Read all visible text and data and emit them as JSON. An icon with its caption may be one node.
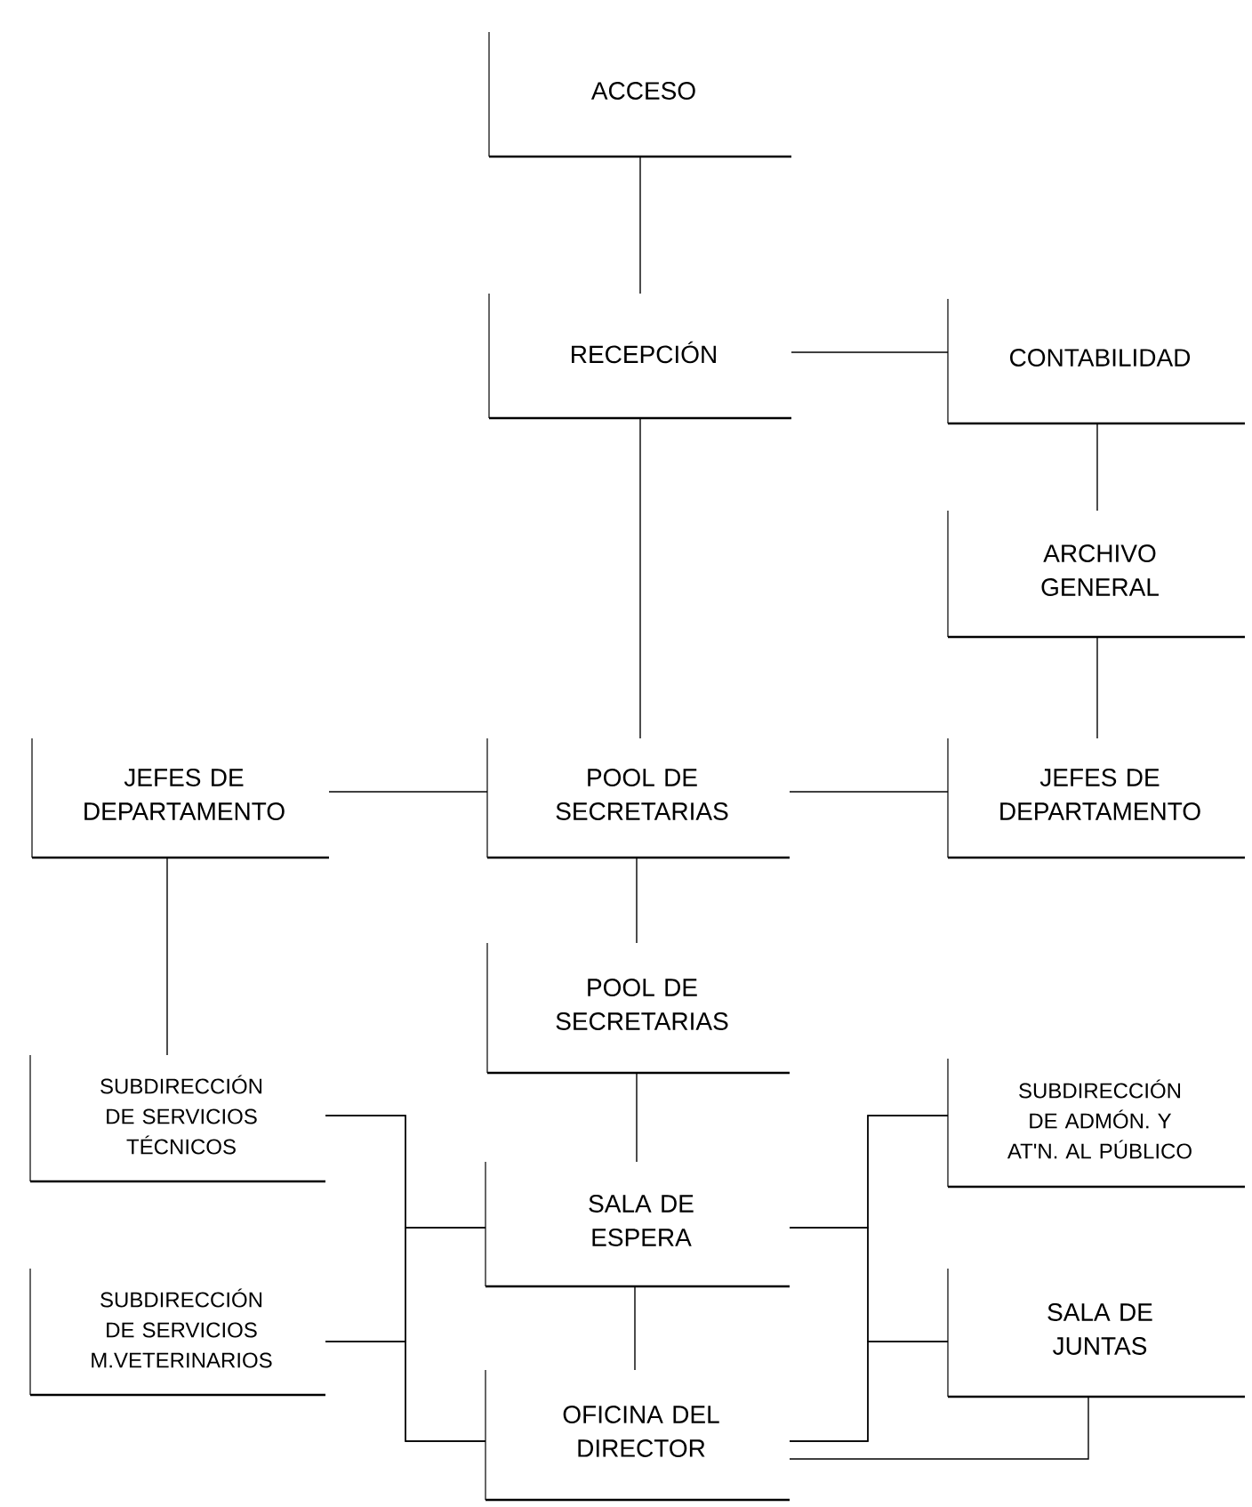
{
  "diagram": {
    "nodes": [
      {
        "text": [
          "ACCESO"
        ]
      },
      {
        "text": [
          "RECEPCIÓN"
        ]
      },
      {
        "text": [
          "CONTABILIDAD"
        ]
      },
      {
        "text": [
          "ARCHIVO GENERAL"
        ]
      },
      {
        "text": [
          "JEFES DE DEPARTAMENTO"
        ]
      },
      {
        "text": [
          "POOL DE SECRETARIAS"
        ]
      },
      {
        "text": [
          "JEFES DE DEPARTAMENTO"
        ]
      },
      {
        "text": [
          "POOL DE SECRETARIAS"
        ]
      },
      {
        "text": [
          "SUBDIRECCIÓN DE SERVICIOS TÉCNICOS"
        ]
      },
      {
        "text": [
          "SUBDIRECCIÓN DE SERVICIOS M.VETERINARIOS"
        ]
      },
      {
        "text": [
          "SALA DE ESPERA"
        ]
      },
      {
        "text": [
          "OFICINA DEL DIRECTOR"
        ]
      },
      {
        "text": [
          "SUBDIRECCIÓN DE ADMÓN. Y AT'N. AL PÚBLICO"
        ]
      },
      {
        "text": [
          "SALA DE JUNTAS"
        ]
      }
    ],
    "edges": [
      {
        "from": 0,
        "to": 1,
        "arrow": "none"
      },
      {
        "from": 1,
        "to": 2,
        "arrow": "none"
      },
      {
        "from": 1,
        "to": 5,
        "arrow": "none"
      },
      {
        "from": 2,
        "to": 3,
        "arrow": "none"
      },
      {
        "from": 3,
        "to": 6,
        "arrow": "none"
      },
      {
        "from": 4,
        "to": 5,
        "arrow": "none"
      },
      {
        "from": 5,
        "to": 6,
        "arrow": "none"
      },
      {
        "from": 4,
        "to": 8,
        "arrow": "none"
      },
      {
        "from": 5,
        "to": 7,
        "arrow": "none"
      },
      {
        "from": 7,
        "to": 10,
        "arrow": "none"
      },
      {
        "from": 10,
        "to": 11,
        "arrow": "none"
      },
      {
        "from": 8,
        "to": 10,
        "arrow": "none"
      },
      {
        "from": 9,
        "to": 10,
        "arrow": "none"
      },
      {
        "from": 8,
        "to": 11,
        "arrow": "none"
      },
      {
        "from": 9,
        "to": 11,
        "arrow": "none"
      },
      {
        "from": 10,
        "to": 12,
        "arrow": "none"
      },
      {
        "from": 10,
        "to": 13,
        "arrow": "none"
      },
      {
        "from": 11,
        "to": 12,
        "arrow": "none"
      },
      {
        "from": 11,
        "to": 13,
        "arrow": "none"
      },
      {
        "from": 11,
        "to": 13,
        "arrow": "none"
      }
    ]
  }
}
